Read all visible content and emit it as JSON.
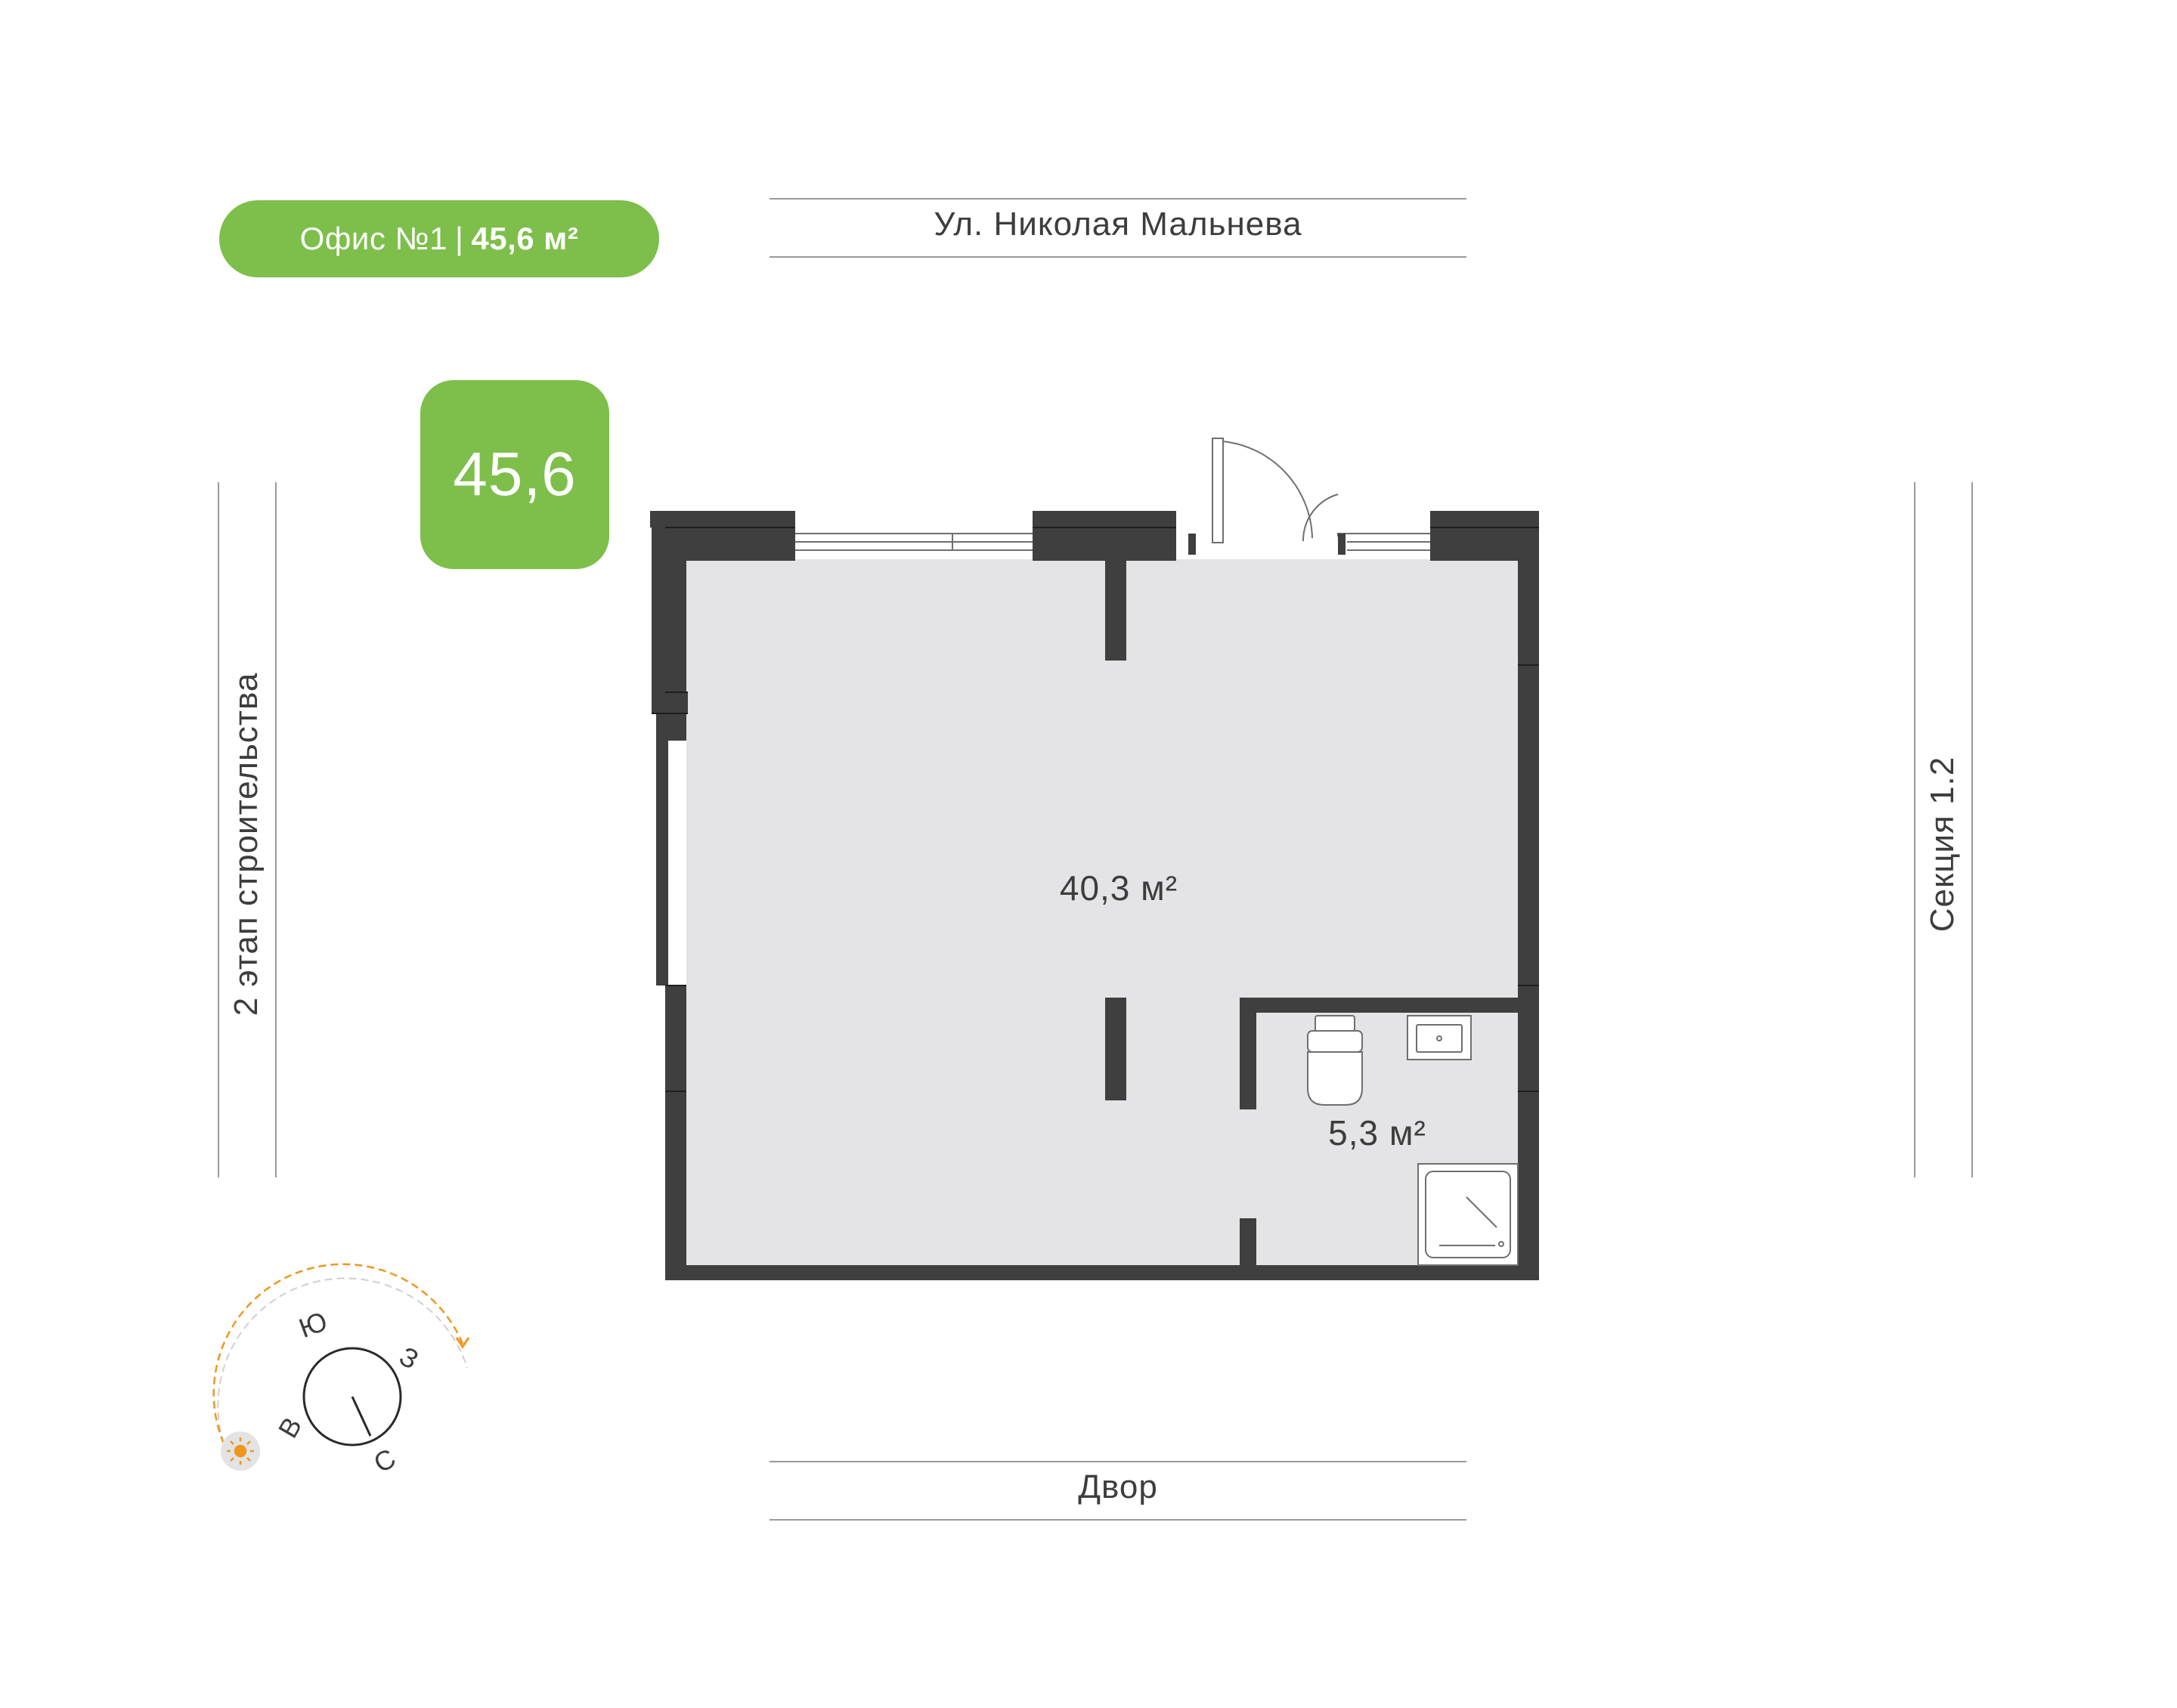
{
  "header": {
    "title_prefix": "Офис №1",
    "separator": "|",
    "title_area": "45,6 м²",
    "area_badge": "45,6"
  },
  "surroundings": {
    "top": "Ул. Николая Мальнева",
    "bottom": "Двор",
    "left": "2 этап строительства",
    "right": "Секция 1.2"
  },
  "rooms": [
    {
      "area": "40,3 м²"
    },
    {
      "area": "5,3 м²"
    }
  ],
  "compass": {
    "south": "Ю",
    "west": "З",
    "east": "В",
    "north": "С",
    "sun_icon": "sun-icon"
  },
  "colors": {
    "accent": "#7dbf4a",
    "wall": "#3f3f3f",
    "floor": "#e4e4e6",
    "sun": "#f0961e"
  }
}
